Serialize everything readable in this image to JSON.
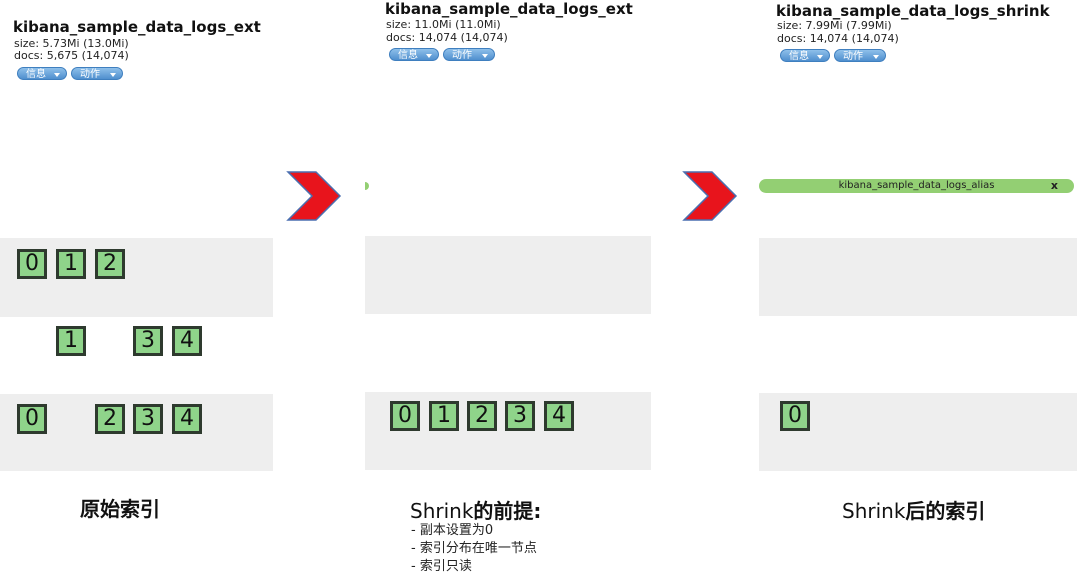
{
  "panels": [
    {
      "title": "kibana_sample_data_logs_ext",
      "size": "size: 5.73Mi (13.0Mi)",
      "docs": "docs: 5,675 (14,074)",
      "info_button": "信息",
      "action_button": "动作",
      "caption": "原始索引",
      "rows": [
        [
          "0",
          "1",
          "2",
          "",
          ""
        ],
        [
          "",
          "1",
          "",
          "3",
          "4"
        ],
        [
          "0",
          "",
          "2",
          "3",
          "4"
        ]
      ]
    },
    {
      "title": "kibana_sample_data_logs_ext",
      "size": "size: 11.0Mi (11.0Mi)",
      "docs": "docs: 14,074 (14,074)",
      "info_button": "信息",
      "action_button": "动作",
      "caption_prefix": "Shrink",
      "caption_suffix": "的前提:",
      "notes": [
        "- 副本设置为0",
        "- 索引分布在唯一节点",
        "- 索引只读"
      ],
      "rows": [
        [
          "",
          "",
          "",
          "",
          ""
        ],
        [
          "",
          "",
          "",
          "",
          ""
        ],
        [
          "0",
          "1",
          "2",
          "3",
          "4"
        ]
      ]
    },
    {
      "title": "kibana_sample_data_logs_shrink",
      "size": "size: 7.99Mi (7.99Mi)",
      "docs": "docs: 14,074 (14,074)",
      "info_button": "信息",
      "action_button": "动作",
      "alias": "kibana_sample_data_logs_alias",
      "alias_close": "x",
      "caption_prefix": "Shrink",
      "caption_suffix": "后的索引",
      "rows": [
        [
          "",
          "",
          "",
          "",
          ""
        ],
        [
          "",
          "",
          "",
          "",
          ""
        ],
        [
          "0",
          "",
          "",
          "",
          ""
        ]
      ]
    }
  ],
  "colors": {
    "shard_fill": "#8fd48a",
    "shard_border": "#2e3a2e",
    "band": "#eeeeee",
    "arrow": "#e8141c",
    "alias": "#93cf73",
    "button": "#4f8fce"
  }
}
